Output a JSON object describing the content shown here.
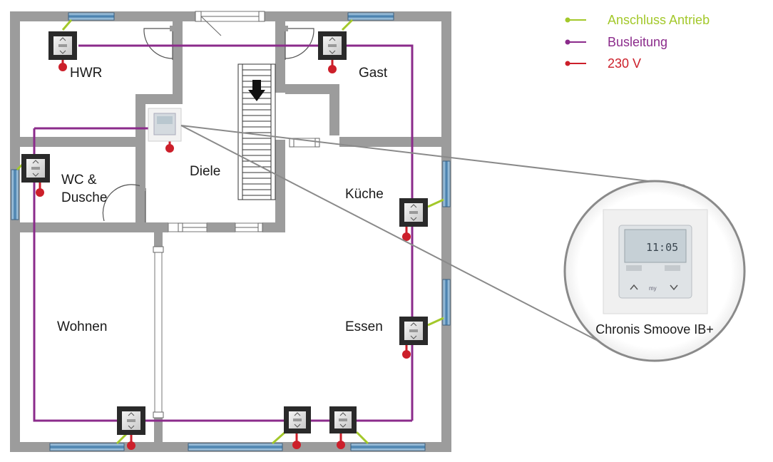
{
  "legend": [
    {
      "label": "Anschluss Antrieb",
      "color": "#a3c82a"
    },
    {
      "label": "Busleitung",
      "color": "#8b2b8b"
    },
    {
      "label": "230 V",
      "color": "#cc1f2a"
    }
  ],
  "rooms": {
    "hwr": "HWR",
    "gast": "Gast",
    "diele": "Diele",
    "wc_line1": "WC &",
    "wc_line2": "Dusche",
    "kueche": "Küche",
    "wohnen": "Wohnen",
    "essen": "Essen"
  },
  "callout": {
    "label": "Chronis Smoove IB+",
    "display_time": "11:05",
    "button_label": "my"
  },
  "colors": {
    "wall": "#999999",
    "bus": "#8b2b8b",
    "drive": "#a3c82a",
    "power": "#cc1f2a",
    "window": "#2a5a8a"
  }
}
